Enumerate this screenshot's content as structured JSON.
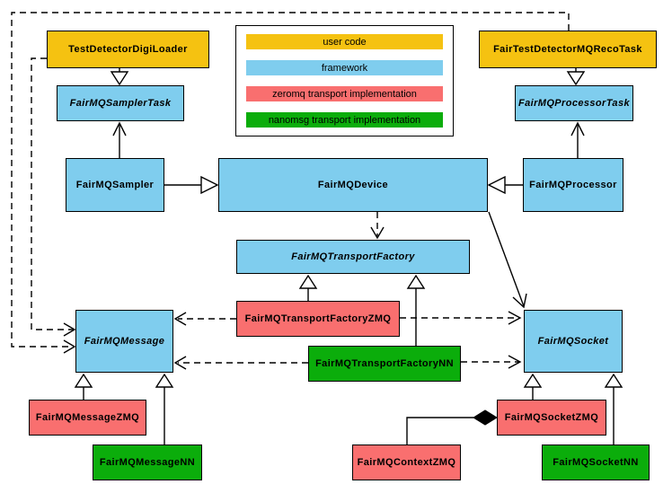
{
  "diagram": {
    "colors": {
      "user_code": "#f5c211",
      "framework": "#7fcdee",
      "zeromq": "#f96f6f",
      "nanomsg": "#0bad0b",
      "border": "#000000",
      "background": "#ffffff"
    },
    "legend": {
      "items": [
        {
          "label": "user code",
          "color_key": "user_code"
        },
        {
          "label": "framework",
          "color_key": "framework"
        },
        {
          "label": "zeromq transport implementation",
          "color_key": "zeromq"
        },
        {
          "label": "nanomsg transport implementation",
          "color_key": "nanomsg"
        }
      ]
    },
    "nodes": {
      "test_detector_digi_loader": {
        "label": "TestDetectorDigiLoader",
        "category": "user_code",
        "abstract": false
      },
      "fair_test_detector_mq_reco_task": {
        "label": "FairTestDetectorMQRecoTask",
        "category": "user_code",
        "abstract": false
      },
      "fairmq_sampler_task": {
        "label": "FairMQSamplerTask",
        "category": "framework",
        "abstract": true
      },
      "fairmq_processor_task": {
        "label": "FairMQProcessorTask",
        "category": "framework",
        "abstract": true
      },
      "fairmq_sampler": {
        "label": "FairMQSampler",
        "category": "framework",
        "abstract": false
      },
      "fairmq_device": {
        "label": "FairMQDevice",
        "category": "framework",
        "abstract": false
      },
      "fairmq_processor": {
        "label": "FairMQProcessor",
        "category": "framework",
        "abstract": false
      },
      "fairmq_transport_factory": {
        "label": "FairMQTransportFactory",
        "category": "framework",
        "abstract": true
      },
      "fairmq_transport_factory_zmq": {
        "label": "FairMQTransportFactoryZMQ",
        "category": "zeromq",
        "abstract": false
      },
      "fairmq_transport_factory_nn": {
        "label": "FairMQTransportFactoryNN",
        "category": "nanomsg",
        "abstract": false
      },
      "fairmq_message": {
        "label": "FairMQMessage",
        "category": "framework",
        "abstract": true
      },
      "fairmq_socket": {
        "label": "FairMQSocket",
        "category": "framework",
        "abstract": true
      },
      "fairmq_message_zmq": {
        "label": "FairMQMessageZMQ",
        "category": "zeromq",
        "abstract": false
      },
      "fairmq_message_nn": {
        "label": "FairMQMessageNN",
        "category": "nanomsg",
        "abstract": false
      },
      "fairmq_context_zmq": {
        "label": "FairMQContextZMQ",
        "category": "zeromq",
        "abstract": false
      },
      "fairmq_socket_zmq": {
        "label": "FairMQSocketZMQ",
        "category": "zeromq",
        "abstract": false
      },
      "fairmq_socket_nn": {
        "label": "FairMQSocketNN",
        "category": "nanomsg",
        "abstract": false
      }
    },
    "edges": [
      {
        "from": "TestDetectorDigiLoader",
        "to": "FairMQSamplerTask",
        "type": "inheritance"
      },
      {
        "from": "FairTestDetectorMQRecoTask",
        "to": "FairMQProcessorTask",
        "type": "inheritance"
      },
      {
        "from": "FairMQSampler",
        "to": "FairMQSamplerTask",
        "type": "association-arrow"
      },
      {
        "from": "FairMQProcessor",
        "to": "FairMQProcessorTask",
        "type": "association-arrow"
      },
      {
        "from": "FairMQSampler",
        "to": "FairMQDevice",
        "type": "inheritance"
      },
      {
        "from": "FairMQProcessor",
        "to": "FairMQDevice",
        "type": "inheritance"
      },
      {
        "from": "FairMQDevice",
        "to": "FairMQTransportFactory",
        "type": "dashed-dependency"
      },
      {
        "from": "FairMQDevice",
        "to": "FairMQSocket",
        "type": "association-arrow"
      },
      {
        "from": "FairMQTransportFactoryZMQ",
        "to": "FairMQTransportFactory",
        "type": "inheritance"
      },
      {
        "from": "FairMQTransportFactoryNN",
        "to": "FairMQTransportFactory",
        "type": "inheritance"
      },
      {
        "from": "FairMQTransportFactoryZMQ",
        "to": "FairMQMessage",
        "type": "dashed-dependency"
      },
      {
        "from": "FairMQTransportFactoryZMQ",
        "to": "FairMQSocket",
        "type": "dashed-dependency"
      },
      {
        "from": "FairMQTransportFactoryNN",
        "to": "FairMQMessage",
        "type": "dashed-dependency"
      },
      {
        "from": "FairMQTransportFactoryNN",
        "to": "FairMQSocket",
        "type": "dashed-dependency"
      },
      {
        "from": "TestDetectorDigiLoader",
        "to": "FairMQMessage",
        "type": "dashed-dependency"
      },
      {
        "from": "FairTestDetectorMQRecoTask",
        "to": "FairMQMessage",
        "type": "dashed-dependency"
      },
      {
        "from": "FairMQMessageZMQ",
        "to": "FairMQMessage",
        "type": "inheritance"
      },
      {
        "from": "FairMQMessageNN",
        "to": "FairMQMessage",
        "type": "inheritance"
      },
      {
        "from": "FairMQSocketZMQ",
        "to": "FairMQSocket",
        "type": "inheritance"
      },
      {
        "from": "FairMQSocketNN",
        "to": "FairMQSocket",
        "type": "inheritance"
      },
      {
        "from": "FairMQContextZMQ",
        "to": "FairMQSocketZMQ",
        "type": "composition"
      }
    ]
  }
}
